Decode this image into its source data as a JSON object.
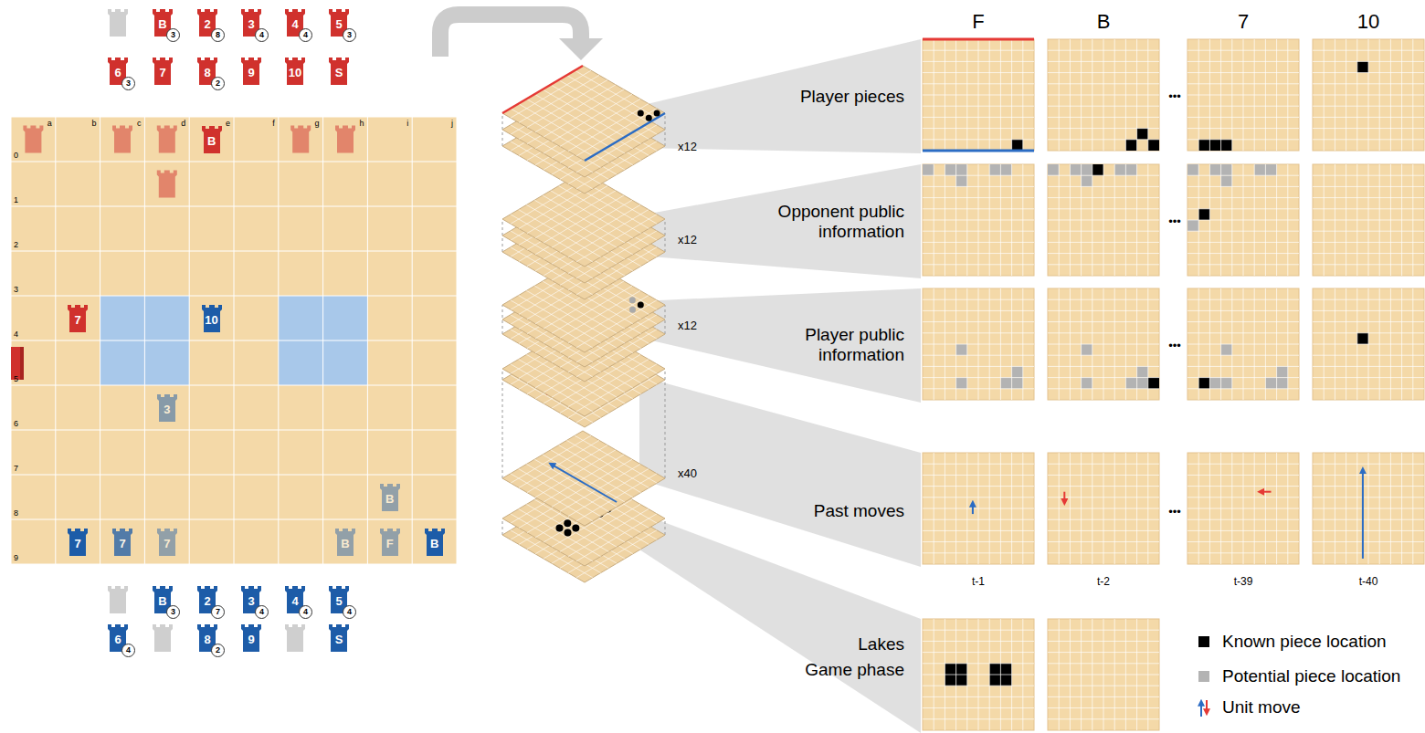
{
  "diagram": {
    "nodes": [
      {
        "text": [
          "B",
          "3"
        ]
      },
      {
        "text": [
          "2",
          "8"
        ]
      },
      {
        "text": [
          "3",
          "4"
        ]
      },
      {
        "text": [
          "4",
          "4"
        ]
      },
      {
        "text": [
          "5",
          "3"
        ]
      },
      {
        "text": [
          "6",
          "3"
        ]
      },
      {
        "text": [
          "7"
        ]
      },
      {
        "text": [
          "8",
          "2"
        ]
      },
      {
        "text": [
          "9"
        ]
      },
      {
        "text": [
          "10"
        ]
      },
      {
        "text": [
          "S"
        ]
      },
      {
        "text": [
          "B"
        ]
      },
      {
        "text": [
          "7"
        ]
      },
      {
        "text": [
          "10"
        ]
      },
      {
        "text": [
          "3"
        ]
      },
      {
        "text": [
          "B"
        ]
      },
      {
        "text": [
          "7"
        ]
      },
      {
        "text": [
          "7"
        ]
      },
      {
        "text": [
          "7"
        ]
      },
      {
        "text": [
          "B"
        ]
      },
      {
        "text": [
          "F"
        ]
      },
      {
        "text": [
          "B"
        ]
      },
      {
        "text": [
          "B",
          "3"
        ]
      },
      {
        "text": [
          "2",
          "7"
        ]
      },
      {
        "text": [
          "3",
          "4"
        ]
      },
      {
        "text": [
          "4",
          "4"
        ]
      },
      {
        "text": [
          "5",
          "4"
        ]
      },
      {
        "text": [
          "6",
          "4"
        ]
      },
      {
        "text": [
          "8",
          "2"
        ]
      },
      {
        "text": [
          "9"
        ]
      },
      {
        "text": [
          "S"
        ]
      }
    ],
    "labels": [
      "a",
      "b",
      "c",
      "d",
      "e",
      "f",
      "g",
      "h",
      "i",
      "j",
      "0",
      "1",
      "2",
      "3",
      "4",
      "5",
      "6",
      "7",
      "8",
      "9",
      "x12",
      "x12",
      "x12",
      "x40",
      "F",
      "B",
      "7",
      "10",
      "Player pieces",
      "Opponent public information",
      "Player public information",
      "Past moves",
      "Lakes",
      "Game phase",
      "•••",
      "•••",
      "•••",
      "•••",
      "t-1",
      "t-2",
      "t-39",
      "t-40"
    ],
    "legend": [
      {
        "text": "Known piece location",
        "color": "#000000"
      },
      {
        "text": "Potential piece location",
        "color": "#b3b3b3"
      },
      {
        "text": "Unit move"
      }
    ]
  }
}
